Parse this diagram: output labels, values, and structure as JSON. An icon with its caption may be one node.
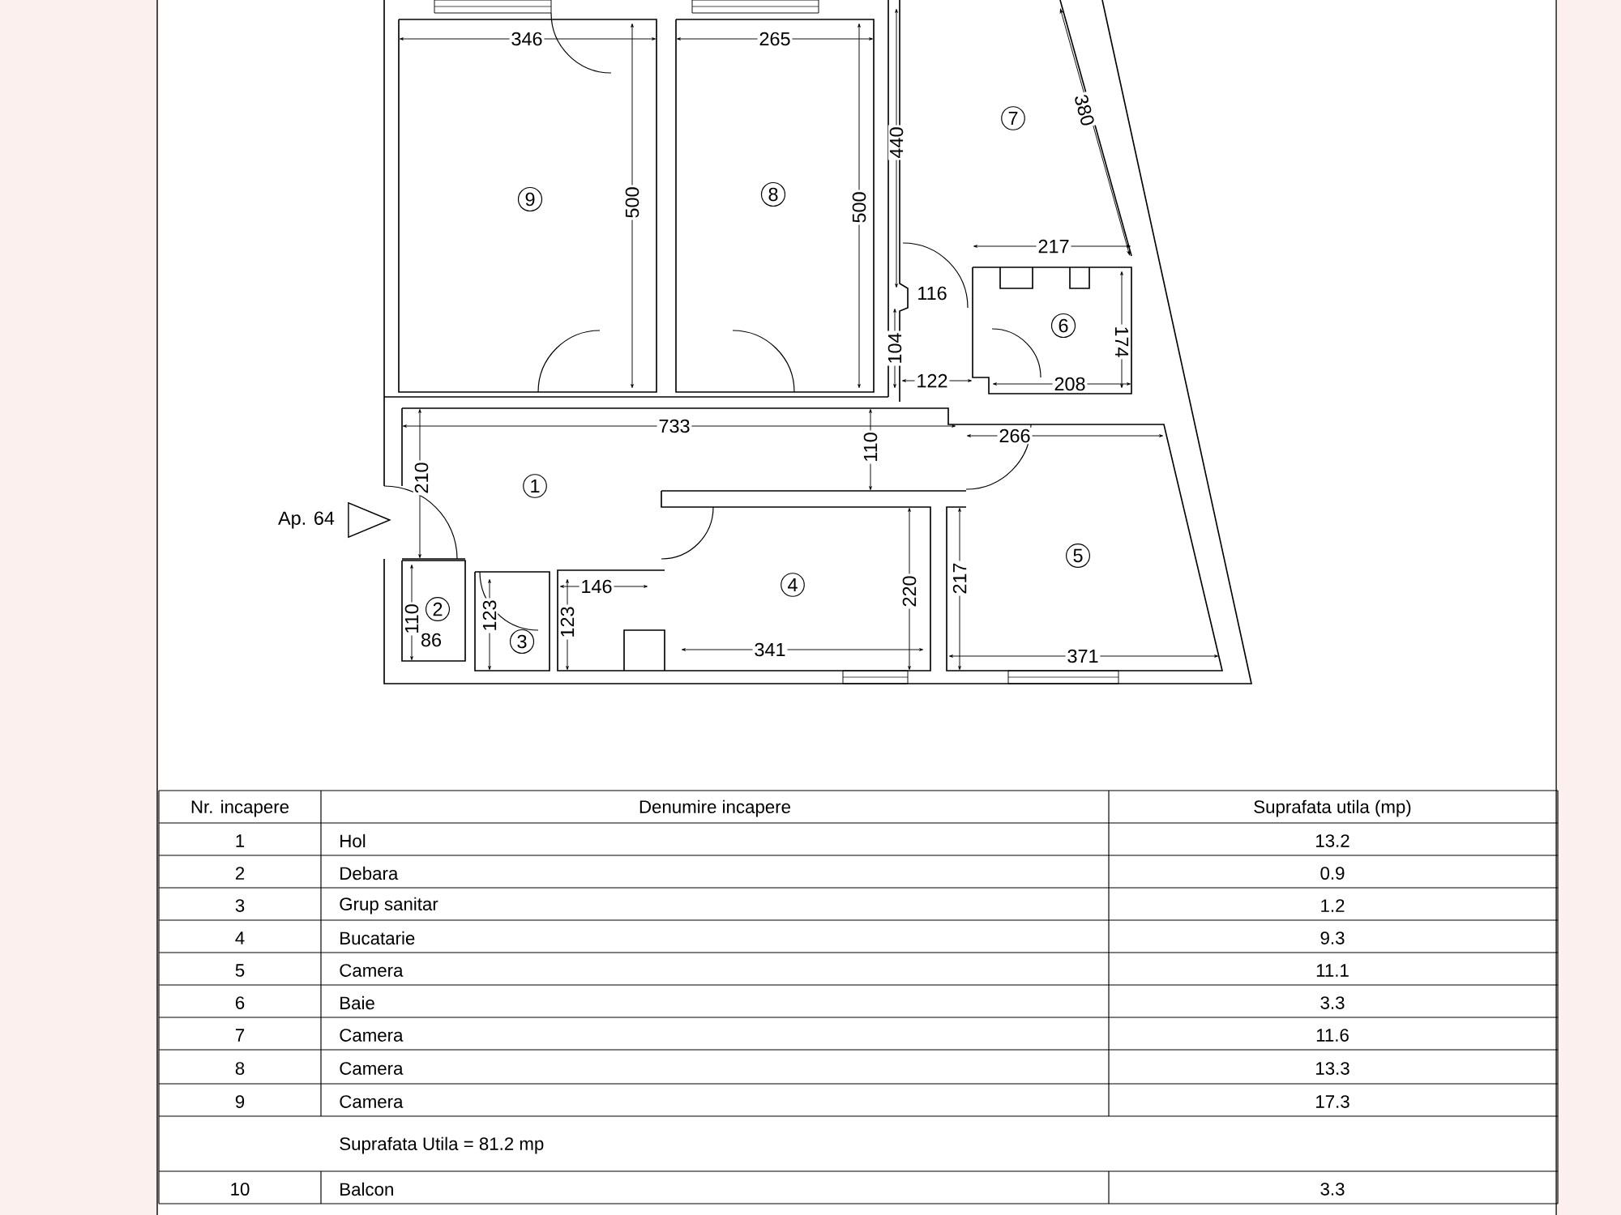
{
  "diagram": {
    "nodes": [
      {
        "text": [
          "9"
        ]
      },
      {
        "text": [
          "8"
        ]
      },
      {
        "text": [
          "7"
        ]
      },
      {
        "text": [
          "6"
        ]
      },
      {
        "text": [
          "1"
        ]
      },
      {
        "text": [
          "5"
        ]
      },
      {
        "text": [
          "4"
        ]
      },
      {
        "text": [
          "2"
        ]
      },
      {
        "text": [
          "3"
        ]
      },
      {
        "text": [],
        "shape": "triangle",
        "beside": [
          "Ap. 64"
        ]
      }
    ],
    "labels": [
      "346",
      "265",
      "440",
      "380",
      "500",
      "500",
      "217",
      "116",
      "104",
      "174",
      "122",
      "208",
      "733",
      "266",
      "110",
      "210",
      "110",
      "86",
      "123",
      "123",
      "146",
      "220",
      "217",
      "341",
      "371",
      "Nr. incapere",
      "Denumire incapere",
      "Suprafata utila (mp)",
      "1",
      "Hol",
      "13.2",
      "2",
      "Debara",
      "0.9",
      "3",
      "Grup sanitar",
      "1.2",
      "4",
      "Bucatarie",
      "9.3",
      "5",
      "Camera",
      "11.1",
      "6",
      "Baie",
      "3.3",
      "7",
      "Camera",
      "11.6",
      "8",
      "Camera",
      "13.3",
      "9",
      "Camera",
      "17.3",
      "Suprafata Utila  = 81.2 mp",
      "10",
      "Balcon",
      "3.3"
    ]
  }
}
